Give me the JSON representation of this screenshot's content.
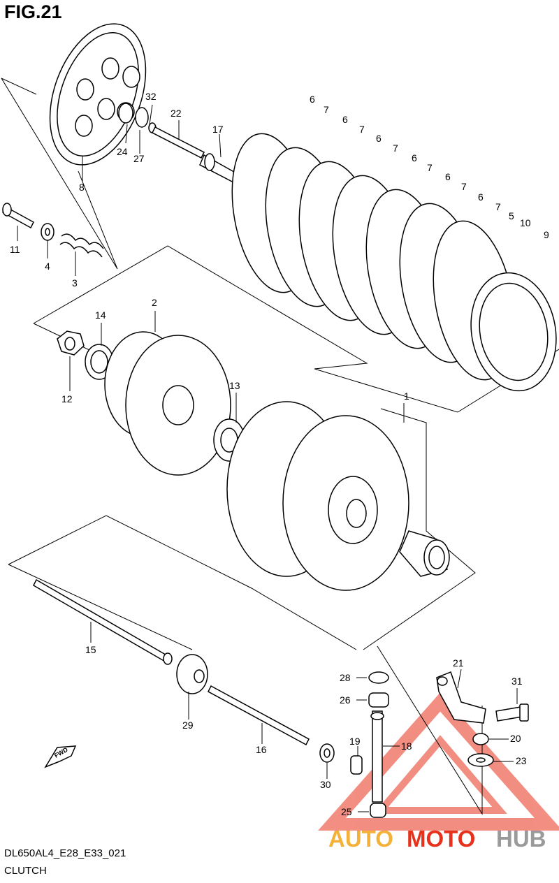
{
  "figure": {
    "title": "FIG.21"
  },
  "footer": {
    "model_code": "DL650AL4_E28_E33_021",
    "section_name": "CLUTCH"
  },
  "fwd_label": "FWD",
  "watermark": {
    "part1": "AUTO",
    "part2": "MOTO",
    "part3": "HUB",
    "color_red": "#e8311c",
    "color_orange": "#f4b13a",
    "color_gray": "#9a9a9a"
  },
  "callouts": [
    "1",
    "2",
    "3",
    "4",
    "5",
    "6",
    "6",
    "6",
    "6",
    "6",
    "6",
    "7",
    "7",
    "7",
    "7",
    "7",
    "7",
    "8",
    "9",
    "10",
    "11",
    "12",
    "13",
    "14",
    "15",
    "16",
    "17",
    "18",
    "19",
    "20",
    "21",
    "22",
    "23",
    "24",
    "25",
    "26",
    "27",
    "28",
    "29",
    "30",
    "31",
    "32"
  ]
}
